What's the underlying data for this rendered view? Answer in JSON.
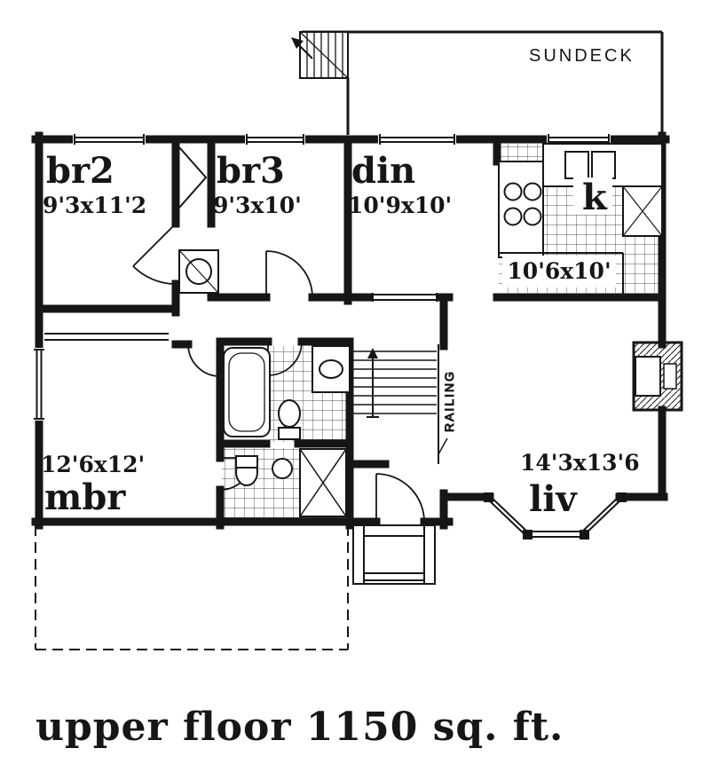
{
  "colors": {
    "ink": "#161616",
    "paper": "#ffffff"
  },
  "deck": {
    "label": "SUNDECK"
  },
  "stairs": {
    "railing_label": "RAILING"
  },
  "rooms": [
    {
      "id": "br2",
      "name": "br2",
      "dims": "9'3x11'2"
    },
    {
      "id": "br3",
      "name": "br3",
      "dims": "9'3x10'"
    },
    {
      "id": "din",
      "name": "din",
      "dims": "10'9x10'"
    },
    {
      "id": "kitchen",
      "name": "k",
      "dims": "10'6x10'"
    },
    {
      "id": "mbr",
      "name": "mbr",
      "dims": "12'6x12'"
    },
    {
      "id": "liv",
      "name": "liv",
      "dims": "14'3x13'6"
    }
  ],
  "footer": {
    "title": "upper floor 1150 sq. ft."
  }
}
